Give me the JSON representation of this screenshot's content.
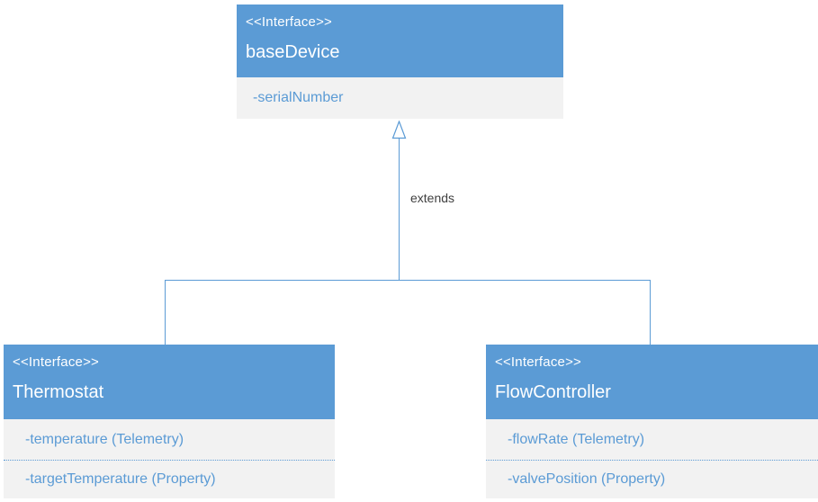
{
  "diagram": {
    "type": "uml-interface-hierarchy",
    "colors": {
      "header_bg": "#5B9BD5",
      "header_text": "#FFFFFF",
      "body_bg": "#F2F2F2",
      "attribute_text": "#5B9BD5",
      "connector": "#5B9BD5",
      "edge_label_text": "#404040"
    },
    "base_device": {
      "stereotype": "<<Interface>>",
      "name": "baseDevice",
      "attributes": [
        "-serialNumber"
      ]
    },
    "thermostat": {
      "stereotype": "<<Interface>>",
      "name": "Thermostat",
      "attributes": [
        "-temperature (Telemetry)",
        "-targetTemperature (Property)"
      ]
    },
    "flow_controller": {
      "stereotype": "<<Interface>>",
      "name": "FlowController",
      "attributes": [
        "-flowRate (Telemetry)",
        "-valvePosition (Property)"
      ]
    },
    "edge": {
      "label": "extends"
    }
  }
}
